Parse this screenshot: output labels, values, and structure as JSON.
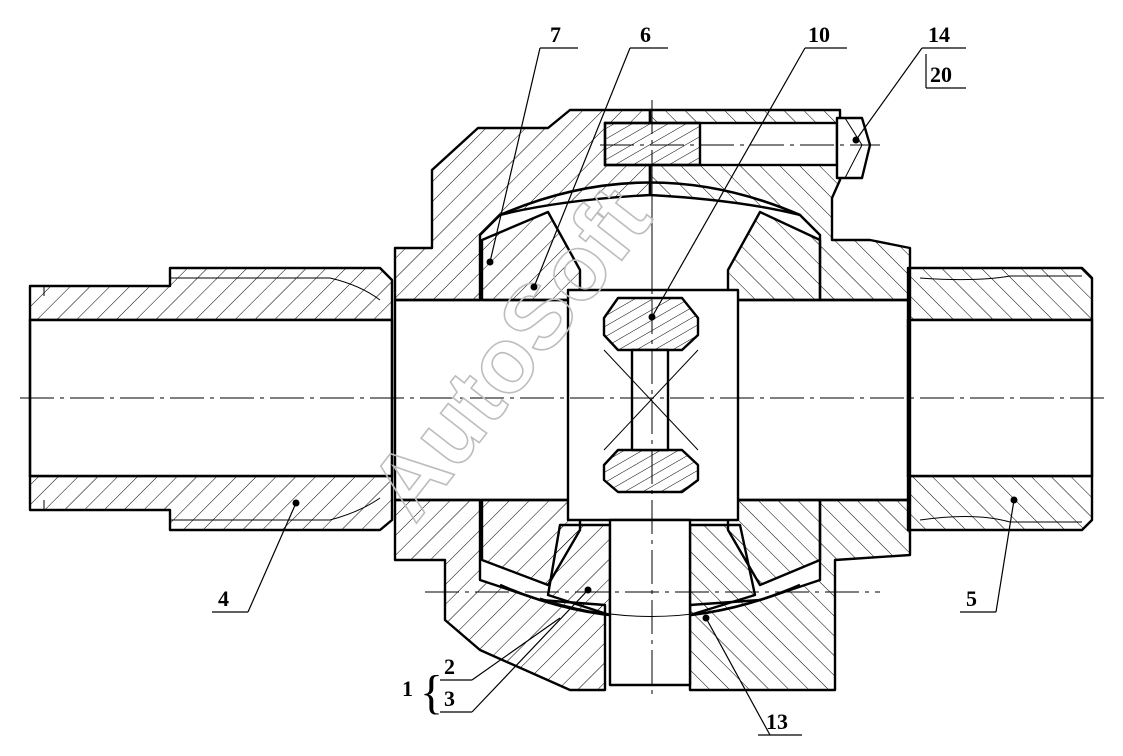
{
  "watermark": "AutoSoft",
  "group_label": "1",
  "callouts": {
    "c7": "7",
    "c6": "6",
    "c10": "10",
    "c14": "14",
    "c20": "20",
    "c4": "4",
    "c5": "5",
    "c2": "2",
    "c3": "3",
    "c13": "13"
  }
}
